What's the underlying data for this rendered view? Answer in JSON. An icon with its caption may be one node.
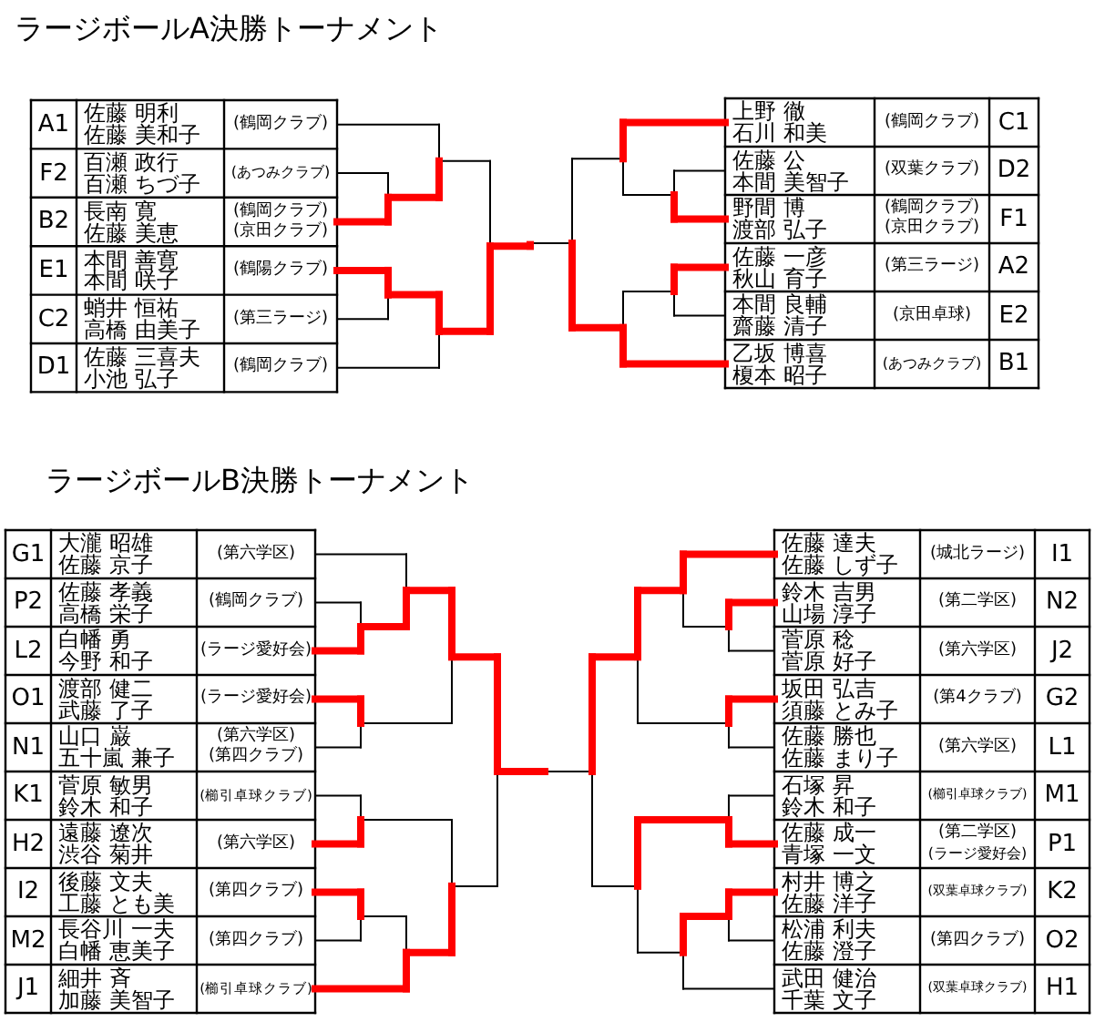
{
  "diagram": {
    "labels": [
      "ラージボールA決勝トーナメント",
      "A1",
      "佐藤 明利",
      "佐藤 美和子",
      "(鶴岡クラブ)",
      "F2",
      "百瀬 政行",
      "百瀬 ちづ子",
      "(あつみクラブ)",
      "B2",
      "長南 寛",
      "佐藤 美恵",
      "(鶴岡クラブ)",
      "(京田クラブ)",
      "E1",
      "本間 善寛",
      "本間 咲子",
      "(鶴陽クラブ)",
      "C2",
      "蛸井 恒祐",
      "高橋 由美子",
      "(第三ラージ)",
      "D1",
      "佐藤 三喜夫",
      "小池 弘子",
      "(鶴岡クラブ)",
      "上野 徹",
      "石川 和美",
      "(鶴岡クラブ)",
      "C1",
      "佐藤 公",
      "本間 美智子",
      "(双葉クラブ)",
      "D2",
      "野間 博",
      "渡部 弘子",
      "(鶴岡クラブ)",
      "(京田クラブ)",
      "F1",
      "佐藤 一彦",
      "秋山 育子",
      "(第三ラージ)",
      "A2",
      "本間 良輔",
      "齋藤 清子",
      "(京田卓球)",
      "E2",
      "乙坂 博喜",
      "榎本 昭子",
      "(あつみクラブ)",
      "B1",
      "ラージボールB決勝トーナメント",
      "G1",
      "大瀧 昭雄",
      "佐藤 京子",
      "(第六学区)",
      "P2",
      "佐藤 孝義",
      "高橋 栄子",
      "(鶴岡クラブ)",
      "L2",
      "白幡 勇",
      "今野 和子",
      "(ラージ愛好会)",
      "O1",
      "渡部 健二",
      "武藤 了子",
      "(ラージ愛好会)",
      "N1",
      "山口 巌",
      "五十嵐 兼子",
      "(第六学区)",
      "(第四クラブ)",
      "K1",
      "菅原 敏男",
      "鈴木 和子",
      "(櫛引卓球クラブ)",
      "H2",
      "遠藤 遼次",
      "渋谷 菊井",
      "(第六学区)",
      "I2",
      "後藤 文夫",
      "工藤 とも美",
      "(第四クラブ)",
      "M2",
      "長谷川 一夫",
      "白幡 恵美子",
      "(第四クラブ)",
      "J1",
      "細井 斉",
      "加藤 美智子",
      "(櫛引卓球クラブ)",
      "佐藤 達夫",
      "佐藤 しず子",
      "(城北ラージ)",
      "I1",
      "鈴木 吉男",
      "山場 淳子",
      "(第二学区)",
      "N2",
      "菅原 稔",
      "菅原 好子",
      "(第六学区)",
      "J2",
      "坂田 弘吉",
      "須藤 とみ子",
      "(第4クラブ)",
      "G2",
      "佐藤 勝也",
      "佐藤 まり子",
      "(第六学区)",
      "L1",
      "石塚 昇",
      "鈴木 和子",
      "(櫛引卓球クラブ)",
      "M1",
      "佐藤 成一",
      "青塚 一文",
      "(第二学区)",
      "(ラージ愛好会)",
      "P1",
      "村井 博之",
      "佐藤 洋子",
      "(双葉卓球クラブ)",
      "K2",
      "松浦 利夫",
      "佐藤 澄子",
      "(第四クラブ)",
      "O2",
      "武田 健治",
      "千葉 文子",
      "(双葉卓球クラブ)",
      "H1"
    ]
  }
}
